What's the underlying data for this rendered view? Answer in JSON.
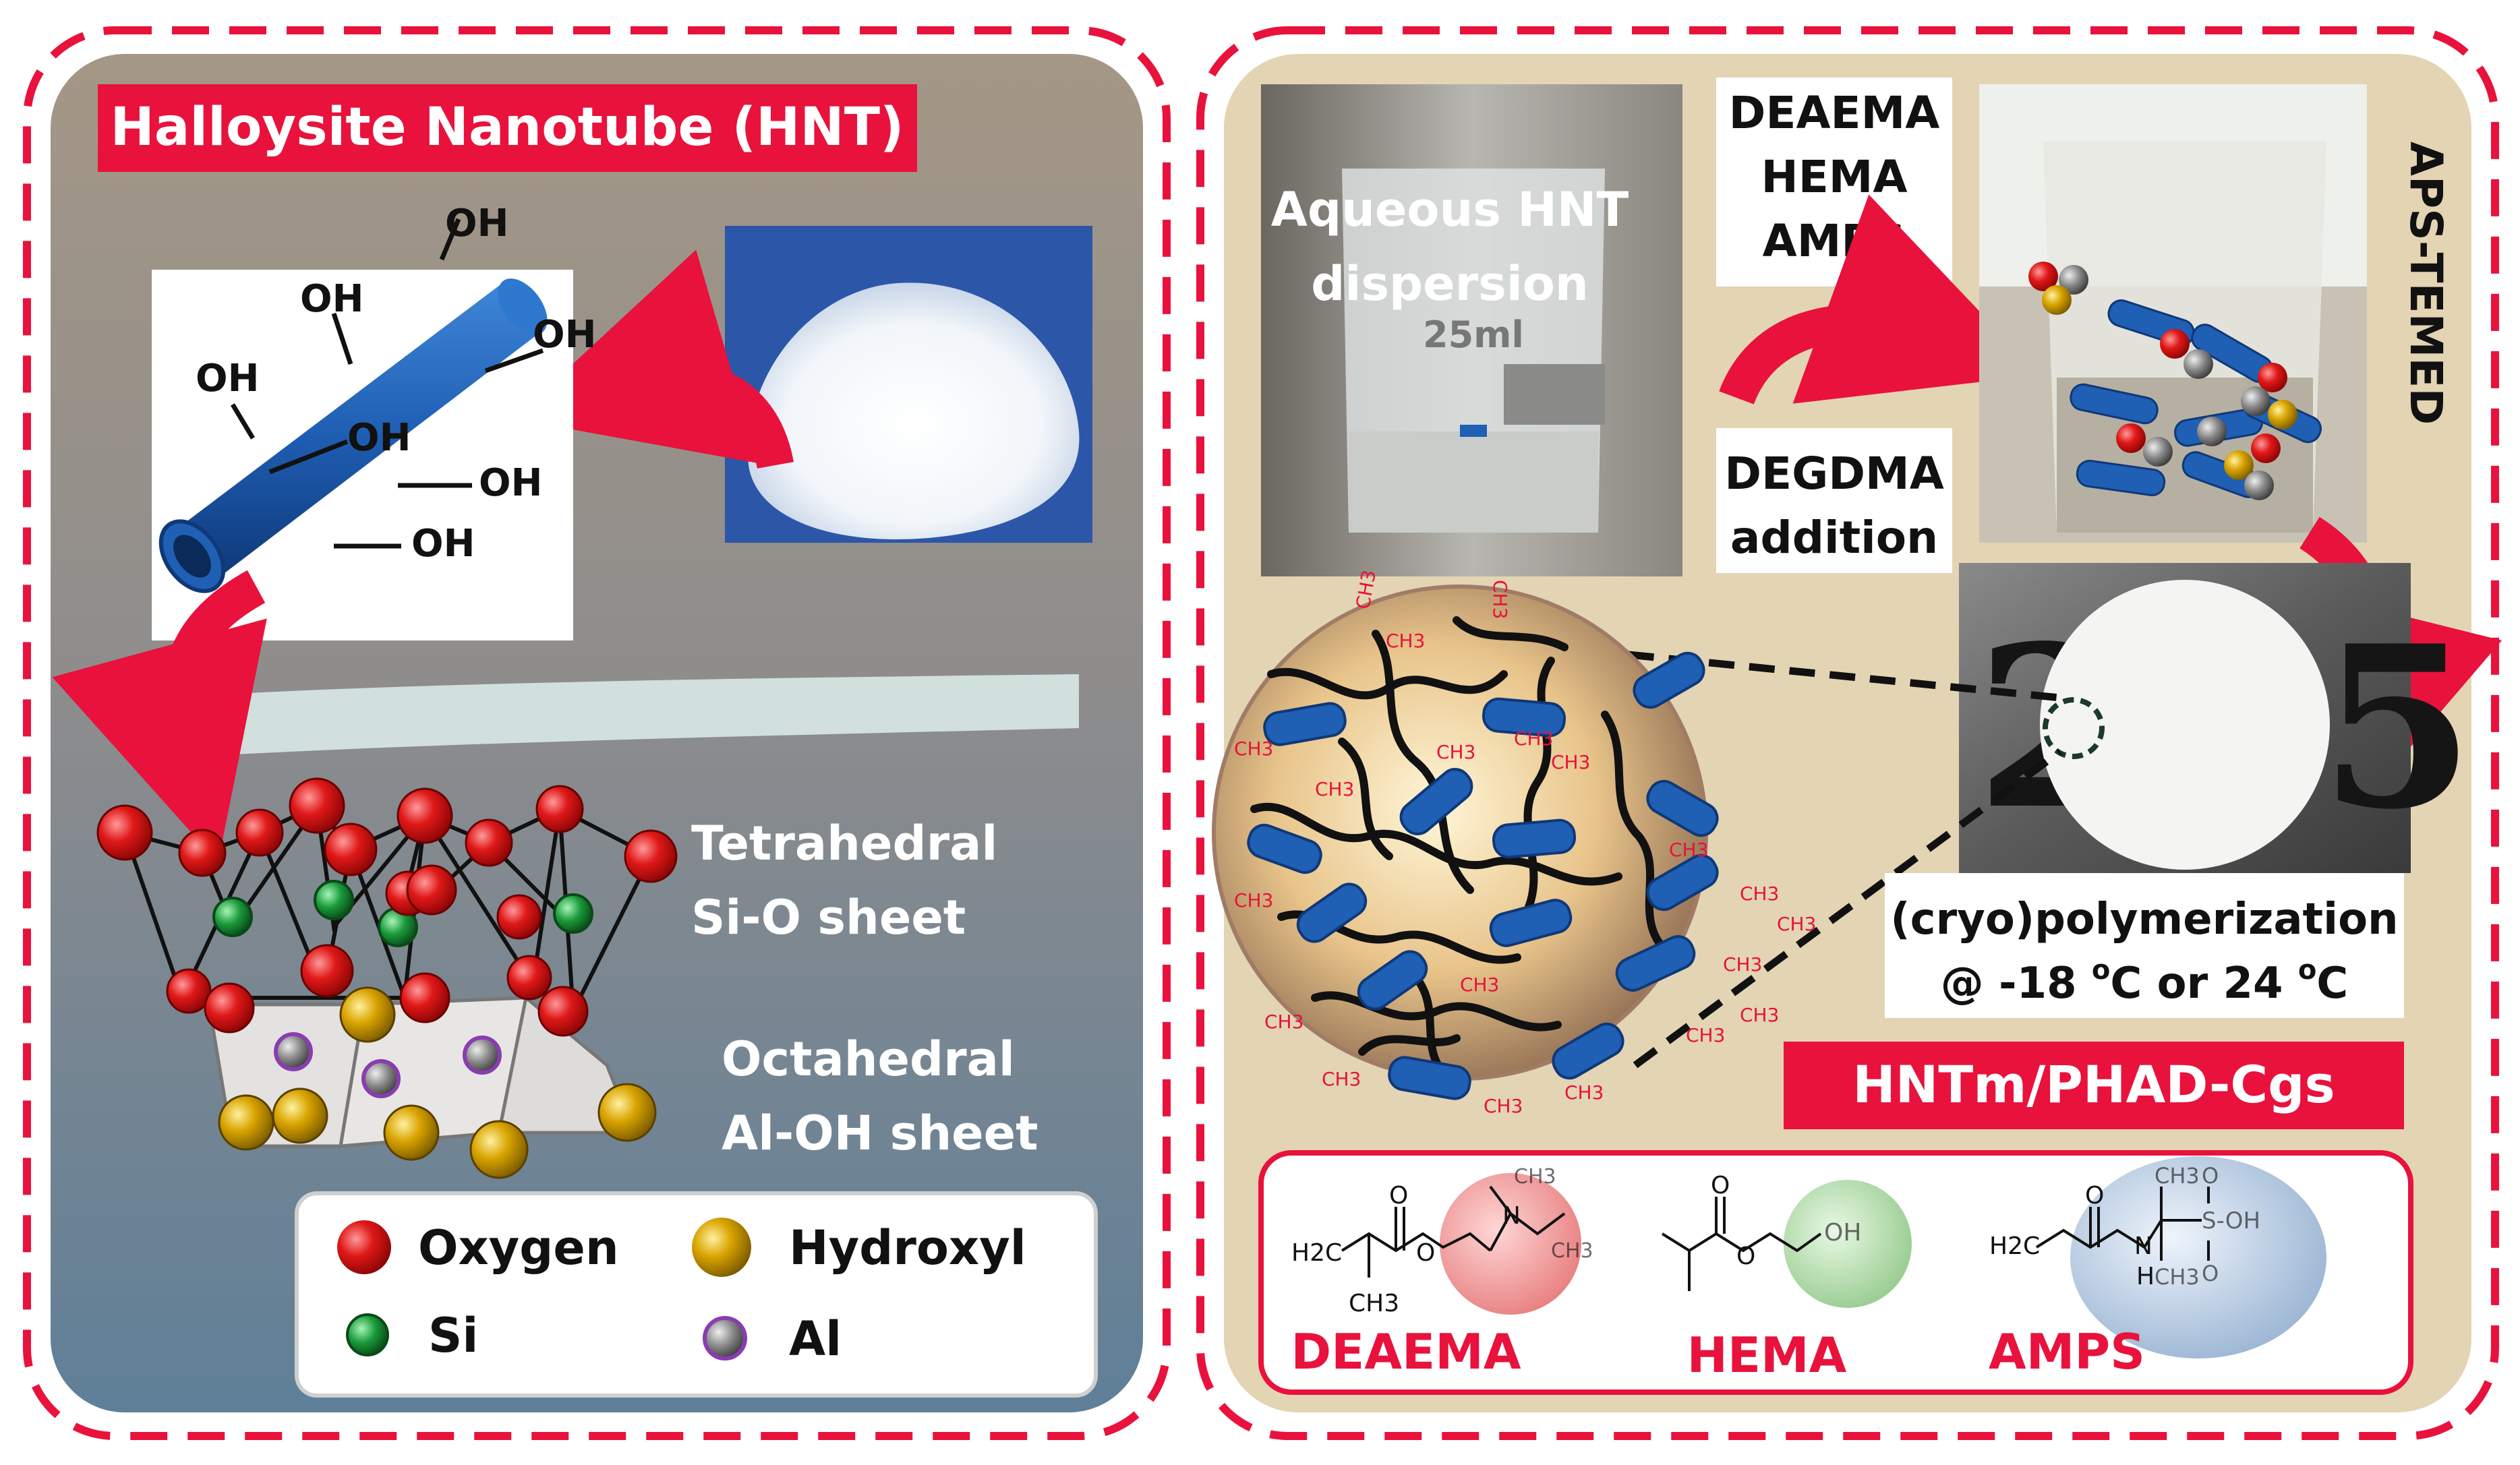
{
  "left_panel": {
    "title": "Halloysite Nanotube (HNT)",
    "hydroxyl_labels": [
      "OH",
      "OH",
      "OH",
      "OH",
      "OH",
      "OH",
      "OH"
    ],
    "tetrahedral_label": [
      "Tetrahedral",
      "Si-O sheet"
    ],
    "octahedral_label": [
      "Octahedral",
      "Al-OH sheet"
    ],
    "legend": [
      {
        "label": "Oxygen",
        "color": "#e01818",
        "icon": "oxygen-sphere-icon"
      },
      {
        "label": "Hydroxyl",
        "color": "#d9a400",
        "icon": "hydroxyl-sphere-icon"
      },
      {
        "label": "Si",
        "color": "#1a9a3a",
        "icon": "si-sphere-icon"
      },
      {
        "label": "Al",
        "color": "#777777",
        "icon": "al-sphere-icon"
      }
    ]
  },
  "right_panel": {
    "photo_label": [
      "Aqueous HNT",
      "dispersion"
    ],
    "beaker_mark": "25ml",
    "monomers_box": [
      "DEAEMA",
      "HEMA",
      "AMPS"
    ],
    "crosslinker_box": [
      "DEGDMA",
      "addition"
    ],
    "initiator_label": "APS-TEMED",
    "polymerization_label": [
      "(cryo)polymerization",
      "@ -18 ",
      "o",
      "C or 24 ",
      "o",
      "C"
    ],
    "product_label": "HNTm/PHAD-Cgs",
    "ch3_label": "CH3",
    "monomers": [
      {
        "name": "DEAEMA",
        "sphere_color": "#f08a8a",
        "formula": [
          "H2C",
          "CH3",
          "O",
          "O",
          "N",
          "CH3",
          "CH3"
        ]
      },
      {
        "name": "HEMA",
        "sphere_color": "#9fd49a",
        "formula": [
          "O",
          "O",
          "OH"
        ]
      },
      {
        "name": "AMPS",
        "sphere_color": "#a9c4e0",
        "formula": [
          "H2C",
          "O",
          "N",
          "H",
          "CH3",
          "CH3",
          "O",
          "S-OH",
          "O"
        ]
      }
    ]
  },
  "colors": {
    "accent_red": "#e8123c",
    "nanotube_blue": "#1f5fb4",
    "left_bg": "#7f8790",
    "right_bg": "#e3d4b4"
  }
}
